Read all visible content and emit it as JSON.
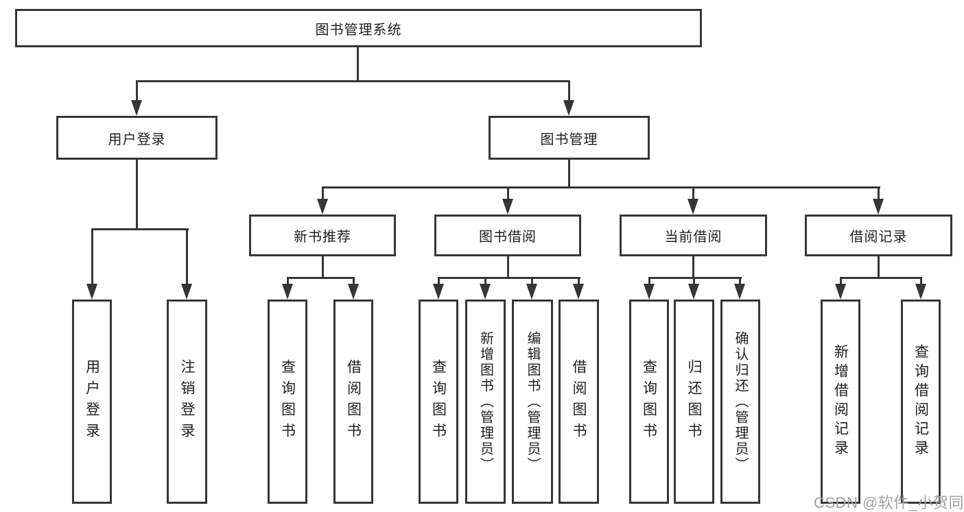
{
  "diagram": {
    "root": {
      "label": "图书管理系统"
    },
    "level2": [
      {
        "label": "用户登录"
      },
      {
        "label": "图书管理"
      }
    ],
    "level3": [
      {
        "label": "新书推荐"
      },
      {
        "label": "图书借阅"
      },
      {
        "label": "当前借阅"
      },
      {
        "label": "借阅记录"
      }
    ],
    "leaves": {
      "user_login": [
        "用户登录",
        "注销登录"
      ],
      "new_books": [
        "查询图书",
        "借阅图书"
      ],
      "book_borrow": [
        "查询图书",
        "新增图书（管理员）",
        "编辑图书（管理员）",
        "借阅图书"
      ],
      "current_borrow": [
        "查询图书",
        "归还图书",
        "确认归还（管理员）"
      ],
      "borrow_records": [
        "新增借阅记录",
        "查询借阅记录"
      ]
    }
  },
  "colors": {
    "line": "#363636",
    "text": "#1f1f1f",
    "watermark_text": "#a0a0a0",
    "background": "#ffffff"
  },
  "watermark": {
    "label": "CSDN @软件_小贺同学"
  }
}
